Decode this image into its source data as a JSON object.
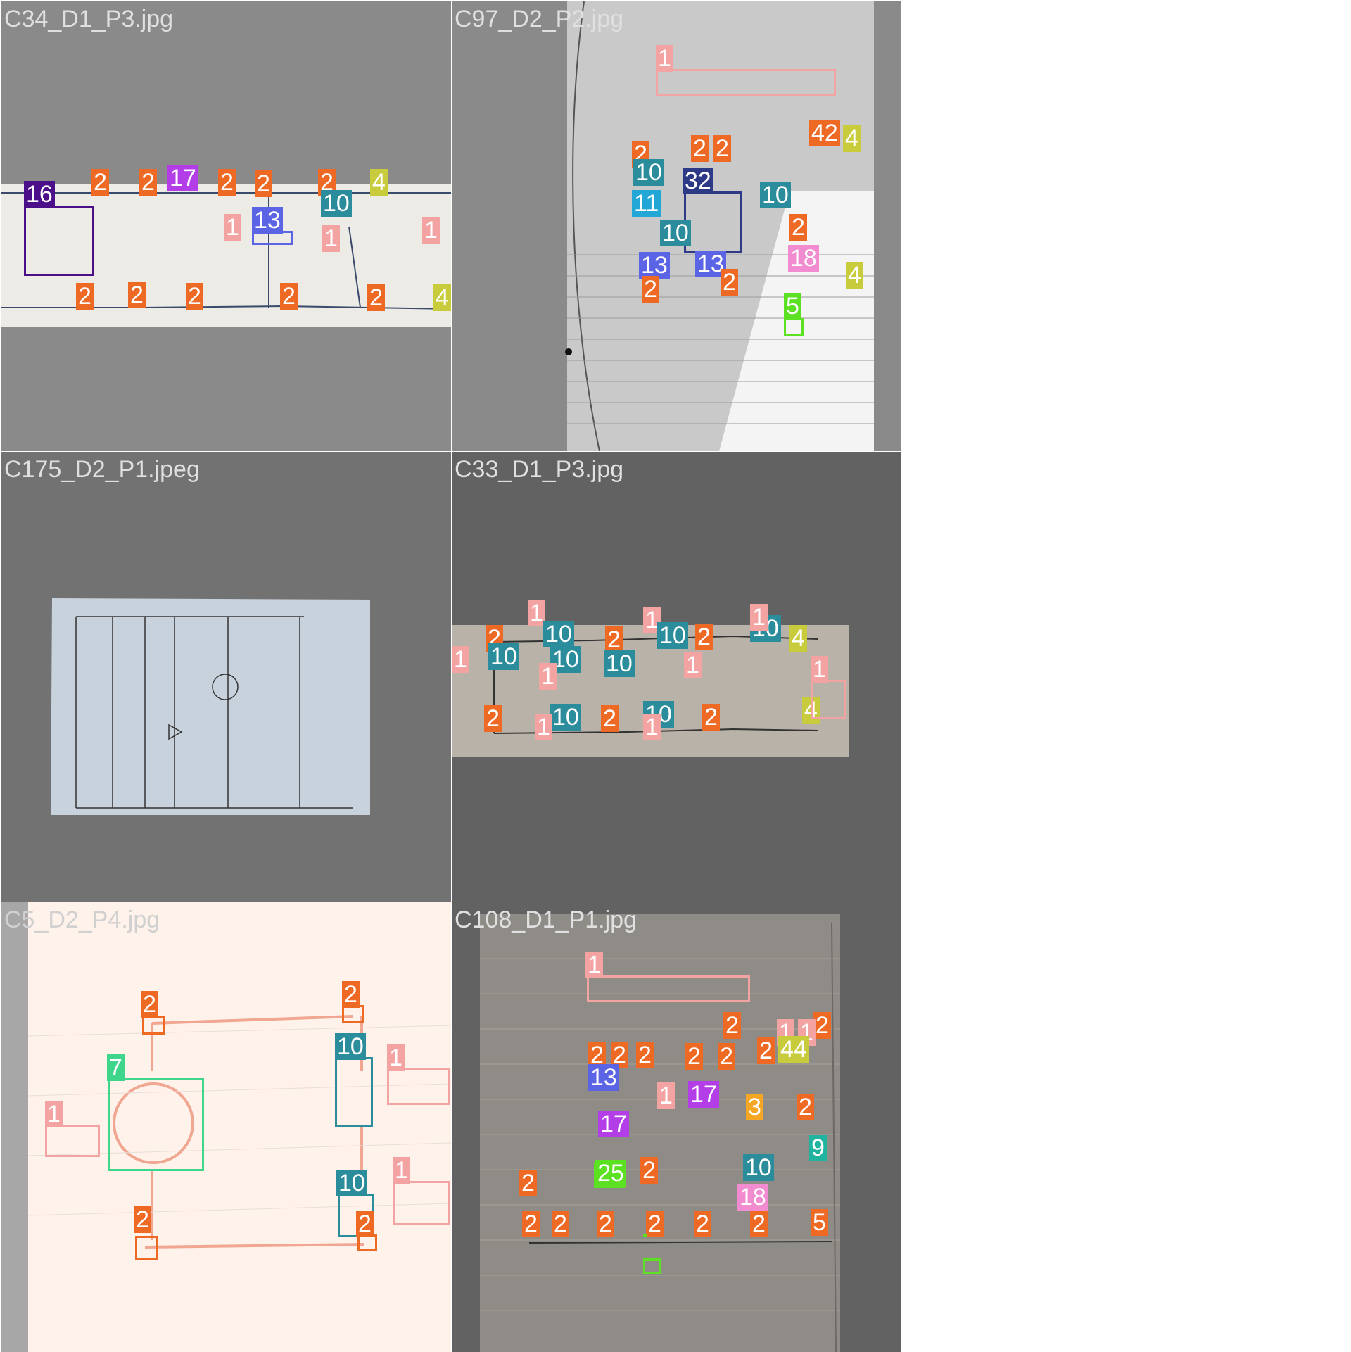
{
  "tiles": [
    {
      "title": "C34_D1_P3.jpg"
    },
    {
      "title": "C97_D2_P2.jpg"
    },
    {
      "title": "C175_D2_P1.jpeg"
    },
    {
      "title": "C33_D1_P3.jpg"
    },
    {
      "title": "C5_D2_P4.jpg"
    },
    {
      "title": "C108_D1_P1.jpg"
    }
  ],
  "class_colors": {
    "1": "#f4a3a3",
    "2": "#ee6a24",
    "3": "#f5a623",
    "4": "#c8cc3c",
    "5": "#5be022",
    "7": "#3ed68a",
    "9": "#1fb3a0",
    "10": "#2b8c9b",
    "11": "#22a7d6",
    "13": "#5c64e6",
    "16": "#4b0f8a",
    "17": "#b33de6",
    "18": "#f08ccf",
    "25": "#5be022",
    "32": "#2e3a86",
    "42": "#ee6a24",
    "44": "#c8cc3c"
  },
  "annotations": {
    "tile0": [
      "16",
      "2",
      "2",
      "17",
      "2",
      "2",
      "2",
      "4",
      "13",
      "10",
      "1",
      "1",
      "1",
      "2",
      "2",
      "2",
      "2",
      "2",
      "4"
    ],
    "tile1": [
      "1",
      "2",
      "2",
      "2",
      "42",
      "4",
      "10",
      "32",
      "11",
      "10",
      "10",
      "13",
      "13",
      "18",
      "2",
      "4",
      "5",
      "2",
      "2"
    ],
    "tile3": [
      "1",
      "2",
      "10",
      "1",
      "10",
      "2",
      "1",
      "10",
      "2",
      "10",
      "1",
      "10",
      "1",
      "4",
      "10",
      "1",
      "2",
      "10",
      "2",
      "1",
      "10",
      "2",
      "4",
      "1",
      "1"
    ],
    "tile4": [
      "2",
      "2",
      "7",
      "10",
      "1",
      "1",
      "2",
      "10",
      "1",
      "2"
    ],
    "tile5": [
      "1",
      "2",
      "2",
      "1",
      "1",
      "2",
      "2",
      "2",
      "2",
      "2",
      "13",
      "2",
      "44",
      "17",
      "17",
      "1",
      "3",
      "2",
      "9",
      "25",
      "10",
      "18",
      "2",
      "2",
      "2",
      "2",
      "2",
      "2",
      "2",
      "2",
      "5"
    ]
  }
}
